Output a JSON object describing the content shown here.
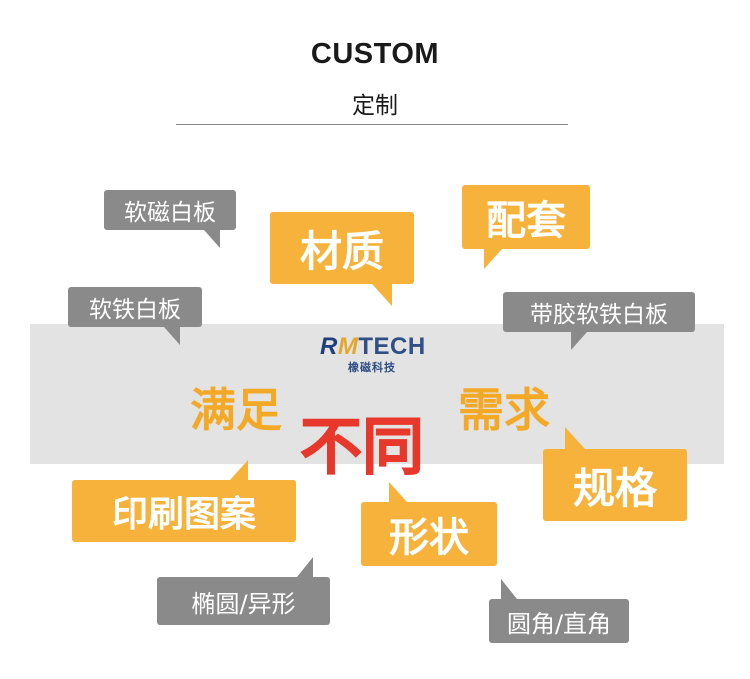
{
  "header": {
    "title": "CUSTOM",
    "subtitle": "定制"
  },
  "logo": {
    "brand_prefix": "R",
    "brand_mark": "M",
    "brand_suffix": "TECH",
    "cn_name": "橡磁科技"
  },
  "slogan": {
    "part1": "满足",
    "part2": "不同",
    "part3": "需求"
  },
  "bubbles": {
    "soft_magnetic_whiteboard": "软磁白板",
    "soft_iron_whiteboard": "软铁白板",
    "adhesive_soft_iron_whiteboard": "带胶软铁白板",
    "material": "材质",
    "accessories": "配套",
    "printed_pattern": "印刷图案",
    "shape": "形状",
    "specification": "规格",
    "ellipse_irregular": "椭圆/异形",
    "round_square_corner": "圆角/直角"
  },
  "colors": {
    "orange": "#f6b23b",
    "gray": "#8a8a8a",
    "band": "#e3e3e3",
    "slogan_red": "#e8372b",
    "slogan_orange": "#f3a826"
  }
}
